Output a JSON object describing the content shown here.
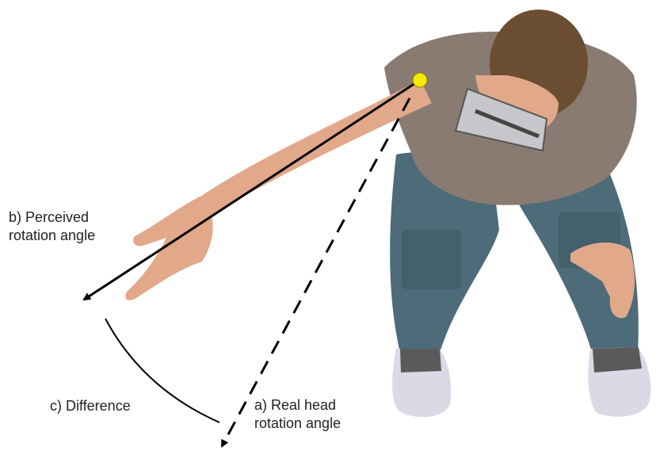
{
  "labels": {
    "perceived": [
      "b) Perceived",
      "rotation angle"
    ],
    "difference": "c) Difference",
    "real": [
      "a) Real head",
      "rotation angle"
    ]
  },
  "colors": {
    "marker": "#f5ec00",
    "line": "#000000",
    "shirt": "#8a7b72",
    "pants": "#4d6b78",
    "skin": "#e2a88a",
    "hair": "#6b4d32",
    "headset": "#c7c7cb",
    "shoe": "#dcd8e6"
  },
  "icons": {
    "figure": "person-leaning-with-vr-headset",
    "marker": "head-position-marker"
  }
}
